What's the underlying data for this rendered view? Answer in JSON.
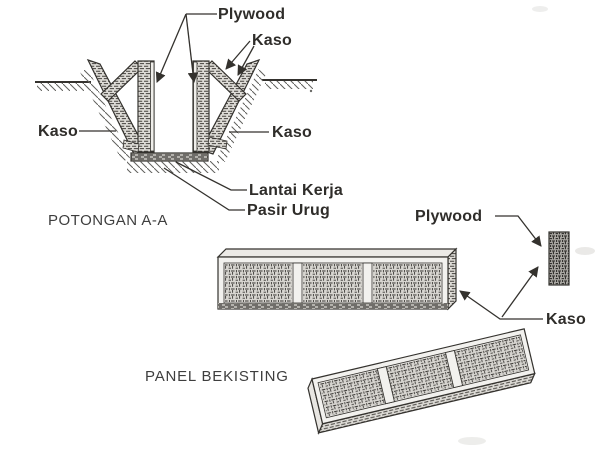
{
  "colors": {
    "paper": "#ffffff",
    "ink": "#34322e",
    "text": "#2f2d2a"
  },
  "cross_section": {
    "title": "POTONGAN A-A",
    "labels": {
      "plywood": "Plywood",
      "kaso_brace": "Kaso",
      "kaso_left": "Kaso",
      "kaso_right": "Kaso",
      "lantai_kerja": "Lantai Kerja",
      "pasir_urug": "Pasir Urug"
    }
  },
  "panel_view": {
    "title": "PANEL BEKISTING",
    "labels": {
      "plywood": "Plywood",
      "kaso": "Kaso"
    }
  }
}
